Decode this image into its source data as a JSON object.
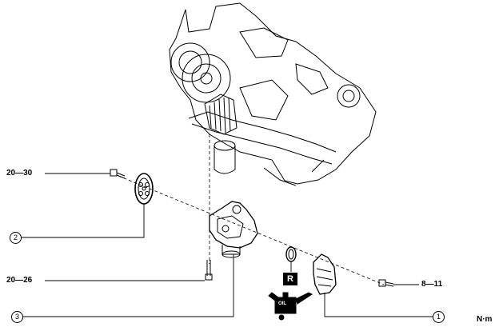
{
  "callouts": [
    {
      "id": "1",
      "label": "1"
    },
    {
      "id": "2",
      "label": "2"
    },
    {
      "id": "3",
      "label": "3"
    }
  ],
  "torque_values": {
    "bolt_top_left": "20—30",
    "bolt_mid_left": "20—26",
    "bolt_right": "8—11"
  },
  "replace_symbol": "R",
  "oil_symbol": "OIL",
  "unit": "N·m",
  "icons": [
    "engine-block",
    "sprocket",
    "oil-pump",
    "o-ring",
    "oil-strainer",
    "bolt",
    "oil-can"
  ]
}
